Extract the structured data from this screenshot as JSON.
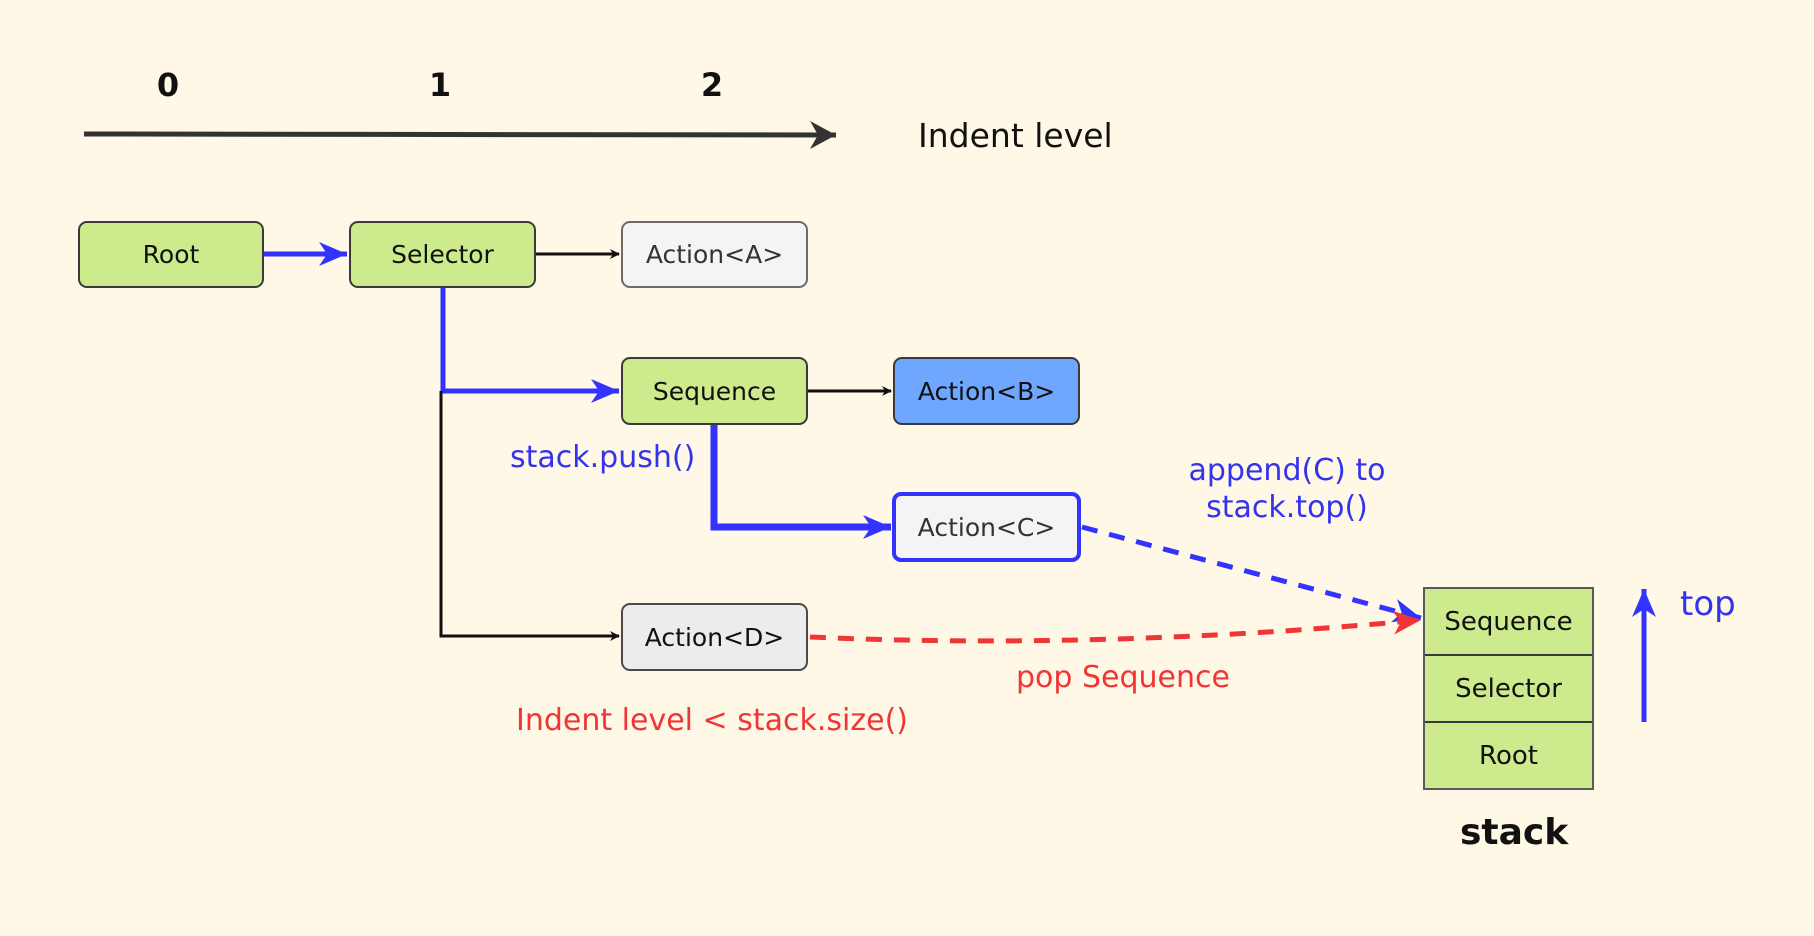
{
  "axis": {
    "ticks": [
      "0",
      "1",
      "2"
    ],
    "title": "Indent level"
  },
  "nodes": {
    "root": "Root",
    "selector": "Selector",
    "action_a": "Action<A>",
    "sequence": "Sequence",
    "action_b": "Action<B>",
    "action_c": "Action<C>",
    "action_d": "Action<D>"
  },
  "annotations": {
    "push": "stack.push()",
    "append_line1": "append(C) to",
    "append_line2": "stack.top()",
    "pop": "pop Sequence",
    "condition": "Indent level < stack.size()"
  },
  "stack": {
    "items_top_to_bottom": [
      "Sequence",
      "Selector",
      "Root"
    ],
    "title": "stack",
    "top_label": "top"
  },
  "colors": {
    "background": "#FFF8E7",
    "active_path": "#3333FF",
    "pop_path": "#F03535",
    "composite_node": "#CDEA8C",
    "executing_action": "#6FA7FF",
    "action": "#F4F4F4"
  }
}
